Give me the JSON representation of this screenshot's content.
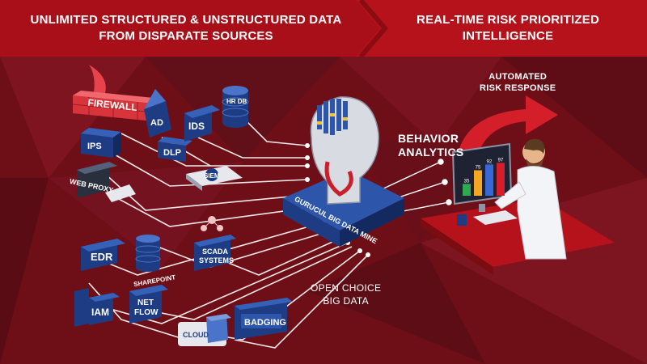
{
  "header": {
    "left_line1": "UNLIMITED STRUCTURED & UNSTRUCTURED DATA",
    "left_line2": "FROM DISPARATE SOURCES",
    "right_line1": "REAL-TIME RISK PRIORITIZED",
    "right_line2": "INTELLIGENCE"
  },
  "labels": {
    "automated_line1": "AUTOMATED",
    "automated_line2": "RISK RESPONSE",
    "behavior_line1": "BEHAVIOR",
    "behavior_line2": "ANALYTICS",
    "open_line1": "OPEN CHOICE",
    "open_line2": "BIG DATA"
  },
  "sources": {
    "firewall": "FIREWALL",
    "ad": "AD",
    "ids": "IDS",
    "hr_db": "HR DB",
    "ips": "IPS",
    "dlp": "DLP",
    "siem": "SIEM",
    "web_proxy": "WEB PROXY",
    "edr": "EDR",
    "sharepoint": "SHAREPOINT",
    "scada_line1": "SCADA",
    "scada_line2": "SYSTEMS",
    "iam": "IAM",
    "netflow_line1": "NET",
    "netflow_line2": "FLOW",
    "cloud": "CLOUD",
    "badging": "BADGING"
  },
  "hub": {
    "label": "GURUCUL BIG DATA MINE"
  },
  "monitor": {
    "bars": [
      35,
      75,
      92,
      97
    ]
  },
  "colors": {
    "banner": "#b5121b",
    "background": "#6e0f18",
    "device_blue": "#1d3c84",
    "arrow_red": "#d41f2a"
  }
}
